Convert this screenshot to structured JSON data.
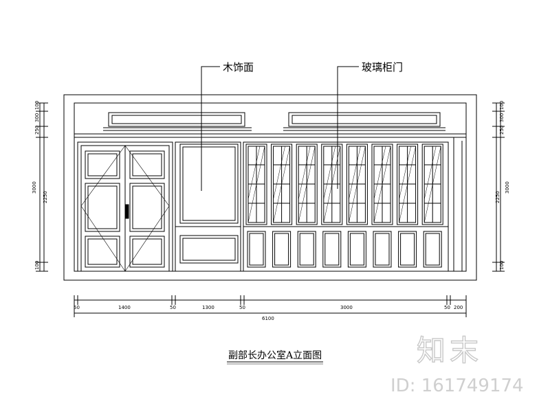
{
  "callouts": {
    "decor_panel": "木饰面",
    "glass_cabinet_door": "玻璃柜门"
  },
  "dimensions": {
    "horizontal": [
      "50",
      "1400",
      "50",
      "1300",
      "50",
      "3000",
      "50",
      "200"
    ],
    "horizontal_total": "6100",
    "left_vertical": [
      "100",
      "300",
      "250",
      "2250",
      "100"
    ],
    "left_vertical_total": "3000",
    "right_vertical": [
      "100",
      "300",
      "250",
      "2250",
      "100"
    ],
    "right_vertical_total": "3000"
  },
  "drawing_title": "副部长办公室A立面图",
  "watermark": {
    "logo": "知末",
    "id": "ID: 161749174"
  },
  "colors": {
    "line": "#000000",
    "watermark": "#c8c8c8"
  }
}
